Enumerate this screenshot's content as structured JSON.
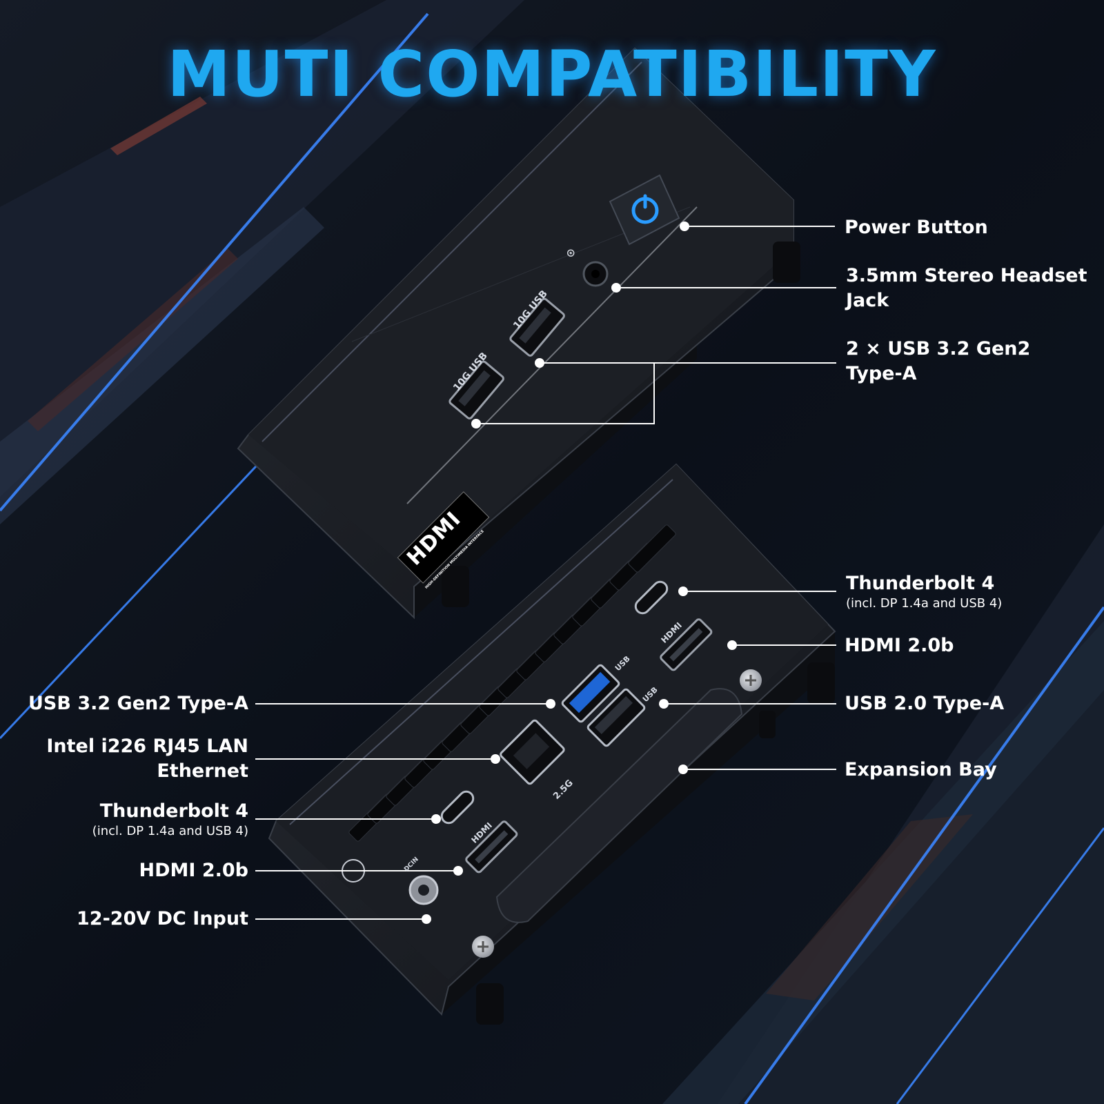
{
  "title": "MUTI COMPATIBILITY",
  "colors": {
    "accent": "#1fa8f0",
    "background": "#0a0f18",
    "body": "#1b1e24",
    "text": "#ffffff"
  },
  "front_panel": {
    "hdmi_logo": "HDMI",
    "hdmi_logo_sub": "HIGH-DEFINITION MULTIMEDIA INTERFACE",
    "usb_port_1_marking": "10G USB",
    "usb_port_2_marking": "10G USB",
    "callouts": [
      {
        "label": "Power Button"
      },
      {
        "label": "3.5mm Stereo Headset Jack"
      },
      {
        "label": "2 × USB 3.2 Gen2 Type-A"
      }
    ]
  },
  "rear_panel": {
    "hdmi_marking": "HDMI",
    "usb_marking": "USB",
    "lan_marking": "2.5G",
    "dc_marking": "DCIN",
    "right_callouts": [
      {
        "label": "Thunderbolt 4",
        "sub": "(incl. DP 1.4a and USB 4)"
      },
      {
        "label": "HDMI 2.0b"
      },
      {
        "label": "USB 2.0 Type-A"
      },
      {
        "label": "Expansion Bay"
      }
    ],
    "left_callouts": [
      {
        "label": "USB 3.2 Gen2 Type-A"
      },
      {
        "label": "Intel i226 RJ45 LAN Ethernet"
      },
      {
        "label": "Thunderbolt 4",
        "sub": "(incl. DP 1.4a and USB 4)"
      },
      {
        "label": "HDMI 2.0b"
      },
      {
        "label": "12-20V DC Input"
      }
    ]
  }
}
